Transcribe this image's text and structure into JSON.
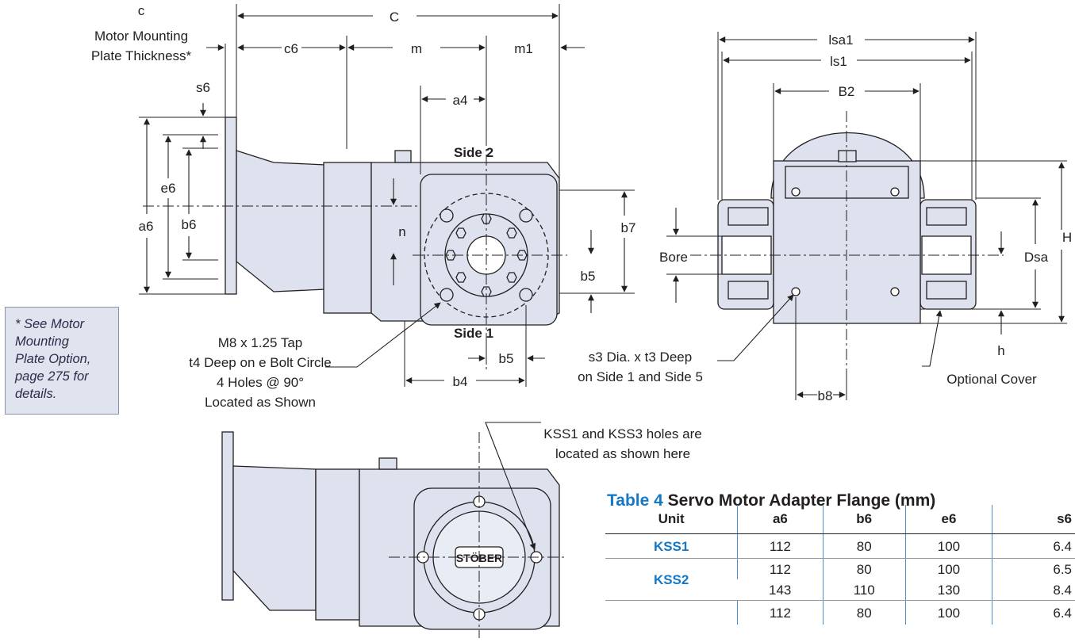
{
  "dimensions": {
    "C": "C",
    "c": "c",
    "c6": "c6",
    "m": "m",
    "m1": "m1",
    "plate_line1": "Motor Mounting",
    "plate_line2": "Plate Thickness*",
    "s6": "s6",
    "e6": "e6",
    "a6": "a6",
    "b6": "b6",
    "a4": "a4",
    "n": "n",
    "b7": "b7",
    "b5": "b5",
    "b5_bottom": "b5",
    "b4": "b4",
    "lsa1": "lsa1",
    "ls1": "ls1",
    "B2": "B2",
    "H": "H",
    "Dsa": "Dsa",
    "Bore": "Bore",
    "h": "h",
    "b8": "b8"
  },
  "sides": {
    "side2": "Side 2",
    "side1": "Side 1"
  },
  "callouts": {
    "tap_line1": "M8 x 1.25 Tap",
    "tap_line2": "t4 Deep on e Bolt Circle",
    "tap_line3": "4 Holes @ 90°",
    "tap_line4": "Located as Shown",
    "s3_line1": "s3 Dia. x t3 Deep",
    "s3_line2": "on Side 1 and Side 5",
    "cover": "Optional Cover",
    "kss_line1": "KSS1 and KSS3 holes are",
    "kss_line2": "located as shown here",
    "logo": "STÖBER"
  },
  "note": {
    "line1": "* See Motor",
    "line2": "Mounting",
    "line3": "Plate Option,",
    "line4": "page 275 for",
    "line5": "details."
  },
  "table": {
    "number": "Table 4",
    "title": "Servo Motor Adapter Flange (mm)",
    "headers": [
      "Unit",
      "a6",
      "b6",
      "e6",
      "s6"
    ],
    "rows": [
      {
        "unit": "KSS1",
        "a6": "112",
        "b6": "80",
        "e6": "100",
        "s6": "6.4"
      },
      {
        "unit": "KSS2",
        "a6": "112",
        "b6": "80",
        "e6": "100",
        "s6": "6.5"
      },
      {
        "unit": "",
        "a6": "143",
        "b6": "110",
        "e6": "130",
        "s6": "8.4"
      },
      {
        "unit": "",
        "a6": "112",
        "b6": "80",
        "e6": "100",
        "s6": "6.4"
      }
    ]
  },
  "colors": {
    "accent": "#1478c8",
    "part_fill": "#dde2ee",
    "note_fill": "#dfe4ef"
  }
}
